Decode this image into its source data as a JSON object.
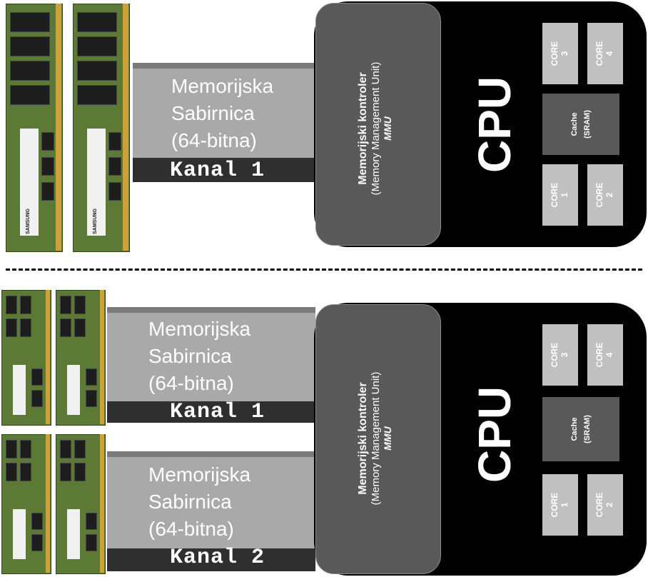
{
  "top": {
    "bus": {
      "line1": "Memorijska",
      "line2": "Sabirnica",
      "line3": "(64-bitna)"
    },
    "channel": "Kanal 1",
    "mmu": {
      "title": "Memorijski kontroler",
      "subtitle": "(Memory Management Unit)",
      "abbr": "MMU"
    },
    "cpu": "CPU",
    "cache": {
      "line1": "Cache",
      "line2": "(SRAM)"
    },
    "cores": {
      "c1": [
        "CORE",
        "1"
      ],
      "c2": [
        "CORE",
        "2"
      ],
      "c3": [
        "CORE",
        "3"
      ],
      "c4": [
        "CORE",
        "4"
      ]
    }
  },
  "bottom": {
    "bus1": {
      "line1": "Memorijska",
      "line2": "Sabirnica",
      "line3": "(64-bitna)"
    },
    "channel1": "Kanal 1",
    "bus2": {
      "line1": "Memorijska",
      "line2": "Sabirnica",
      "line3": "(64-bitna)"
    },
    "channel2": "Kanal 2",
    "mmu": {
      "title": "Memorijski kontroler",
      "subtitle": "(Memory Management Unit)",
      "abbr": "MMU"
    },
    "cpu": "CPU",
    "cache": {
      "line1": "Cache",
      "line2": "(SRAM)"
    },
    "cores": {
      "c1": [
        "CORE",
        "1"
      ],
      "c2": [
        "CORE",
        "2"
      ],
      "c3": [
        "CORE",
        "3"
      ],
      "c4": [
        "CORE",
        "4"
      ]
    }
  },
  "dimm_sticker": "SAMSUNG",
  "colors": {
    "cpu": "#000000",
    "mmu": "#595959",
    "bus": "#a9a9a9",
    "channel": "#2f2f2f",
    "core": "#c0c0c0",
    "dimm_pcb": "#5c7a36",
    "dimm_contacts": "#c9a23a"
  }
}
